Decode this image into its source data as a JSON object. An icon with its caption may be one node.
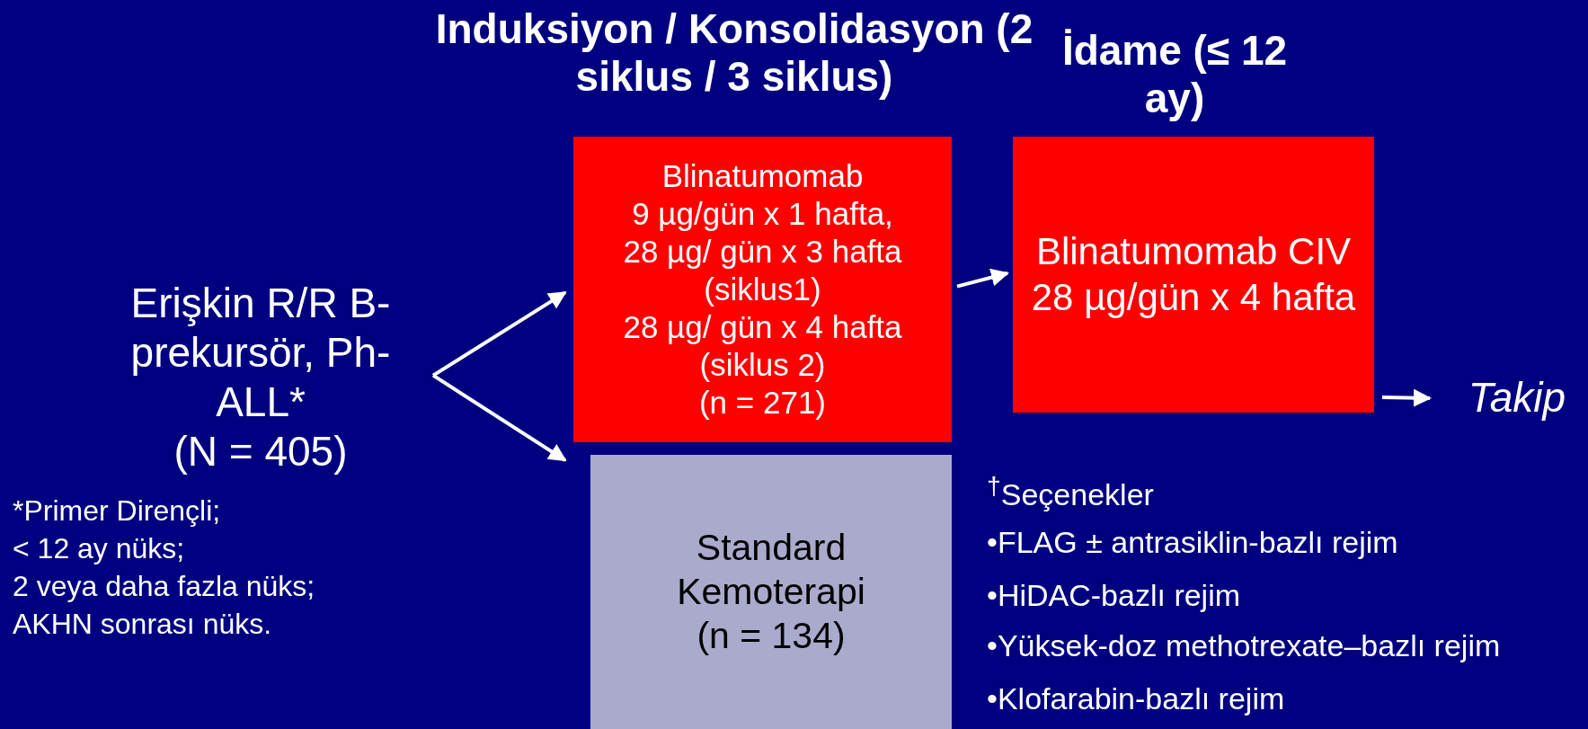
{
  "diagram": {
    "nodes": [
      {
        "text": [
          "Erişkin R/R B-prekursör, Ph-ALL*",
          "(N = 405)"
        ]
      },
      {
        "text": [
          "Blinatumomab",
          "9 µg/gün x 1 hafta,",
          "28 µg/ gün x 3 hafta",
          "(siklus1)",
          "28 µg/ gün x 4 hafta",
          "(siklus 2)",
          "(n = 271)"
        ]
      },
      {
        "text": [
          "Standard Kemoterapi",
          "(n = 134)"
        ]
      },
      {
        "text": [
          "Blinatumomab CIV",
          "28 µg/gün x 4 hafta"
        ]
      },
      {
        "text": [
          "Takip"
        ]
      }
    ],
    "edges": [
      {
        "from": 0,
        "to": 1,
        "arrow": "to"
      },
      {
        "from": 0,
        "to": 2,
        "arrow": "to"
      },
      {
        "from": 1,
        "to": 3,
        "arrow": "to"
      },
      {
        "from": 3,
        "to": 4,
        "arrow": "to"
      }
    ],
    "labels": [
      "Induksiyon / Konsolidasyon (2 siklus / 3 siklus)",
      "İdame (≤ 12 ay)",
      "*Primer Dirençli;",
      "< 12 ay nüks;",
      "2 veya daha fazla nüks;",
      "AKHN sonrası nüks.",
      "$^{†}$Seçenekler",
      "•FLAG ± antrasiklin-bazlı rejim",
      "•HiDAC-bazlı  rejim",
      "•Yüksek-doz methotrexate–bazlı rejim",
      "•Klofarabin-bazlı rejim"
    ]
  }
}
